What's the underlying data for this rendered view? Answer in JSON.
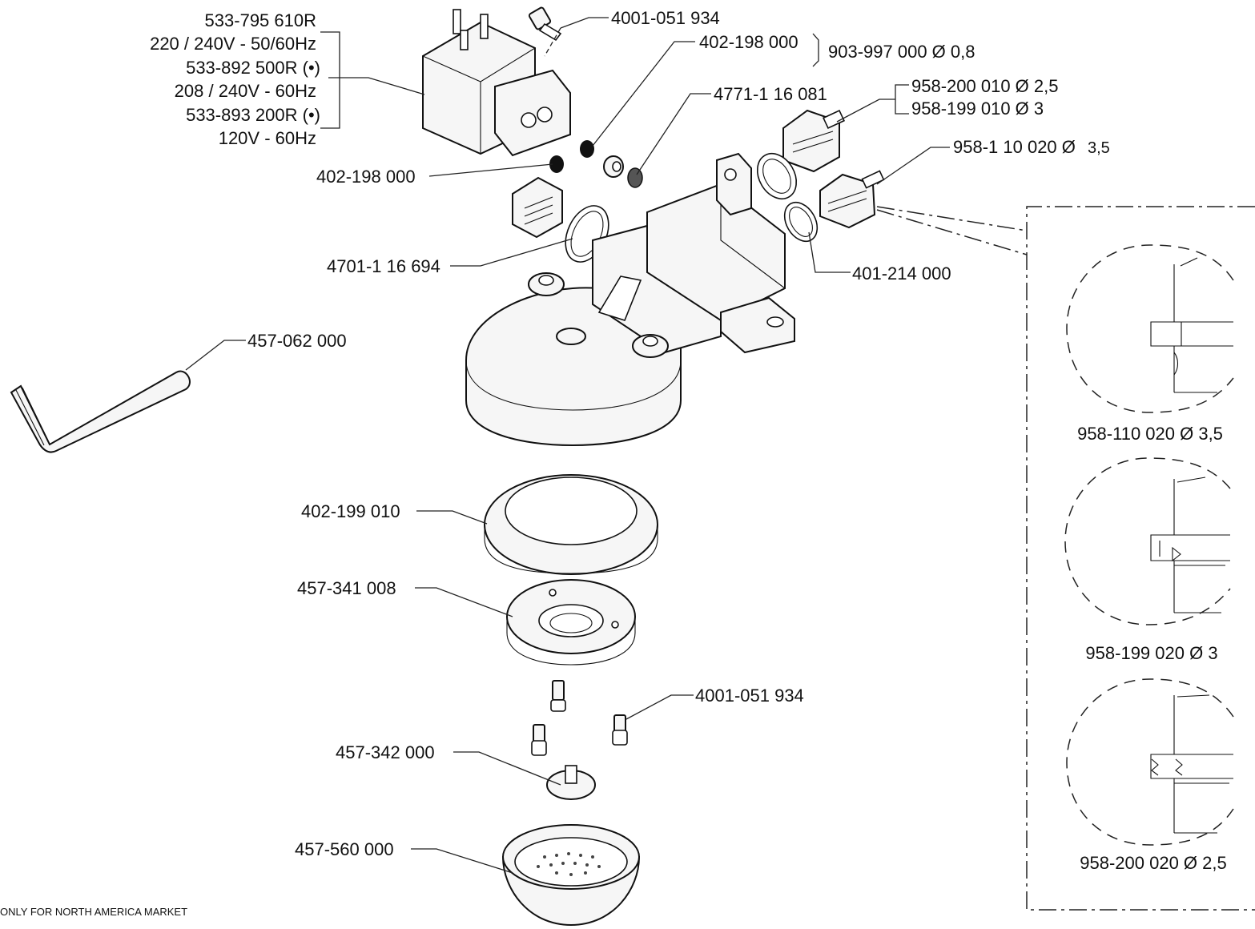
{
  "labels": {
    "solenoid_1": "533-795  610R",
    "solenoid_1_v": "220 / 240V - 50/60Hz",
    "solenoid_2": "533-892  500R (•)",
    "solenoid_2_v": "208 / 240V - 60Hz",
    "solenoid_3": "533-893  200R (•)",
    "solenoid_3_v": "120V - 60Hz",
    "screw_top": "4001-051  934",
    "oring_top": "402-198  000",
    "kit": "903-997  000 Ø 0,8",
    "filter": "4771-1 16 081",
    "jet_a": "958-200  010  Ø 2,5",
    "jet_b": "958-199 010 Ø 3",
    "jet_c": "958-1 10 020  Ø",
    "jet_c_size": "3,5",
    "oring_left": "402-198  000",
    "gasket_plug": "4701-1 16 694",
    "gasket_right": "401-214  000",
    "lever": "457-062  000",
    "seal_ring": "402-199  010",
    "shower_holder": "457-341  008",
    "screw_bottom": "4001-051  934",
    "shower_disc": "457-342  000",
    "filter_basket": "457-560  000",
    "footnote": "ONLY FOR NORTH AMERICA  MARKET"
  },
  "details": [
    {
      "caption": "958-110 020 Ø 3,5"
    },
    {
      "caption": "958-199 020 Ø 3"
    },
    {
      "caption": "958-200 020 Ø 2,5"
    }
  ]
}
